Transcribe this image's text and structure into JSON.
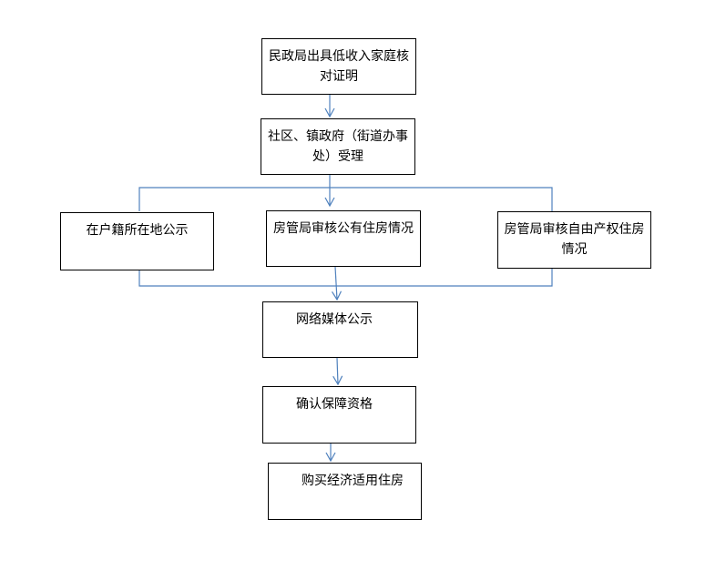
{
  "diagram": {
    "line_color": "#4f81bd",
    "box_border_color": "#000000",
    "nodes": {
      "certificate": "民政局出具低收入家庭核对证明",
      "community": "社区、镇政府（街道办事处）受理",
      "publicity_residence": "在户籍所在地公示",
      "housing_public": "房管局审核公有住房情况",
      "housing_private": "房管局审核自由产权住房情况",
      "media_publicity": "网络媒体公示",
      "confirm_eligibility": "确认保障资格",
      "purchase": "购买经济适用住房"
    }
  }
}
